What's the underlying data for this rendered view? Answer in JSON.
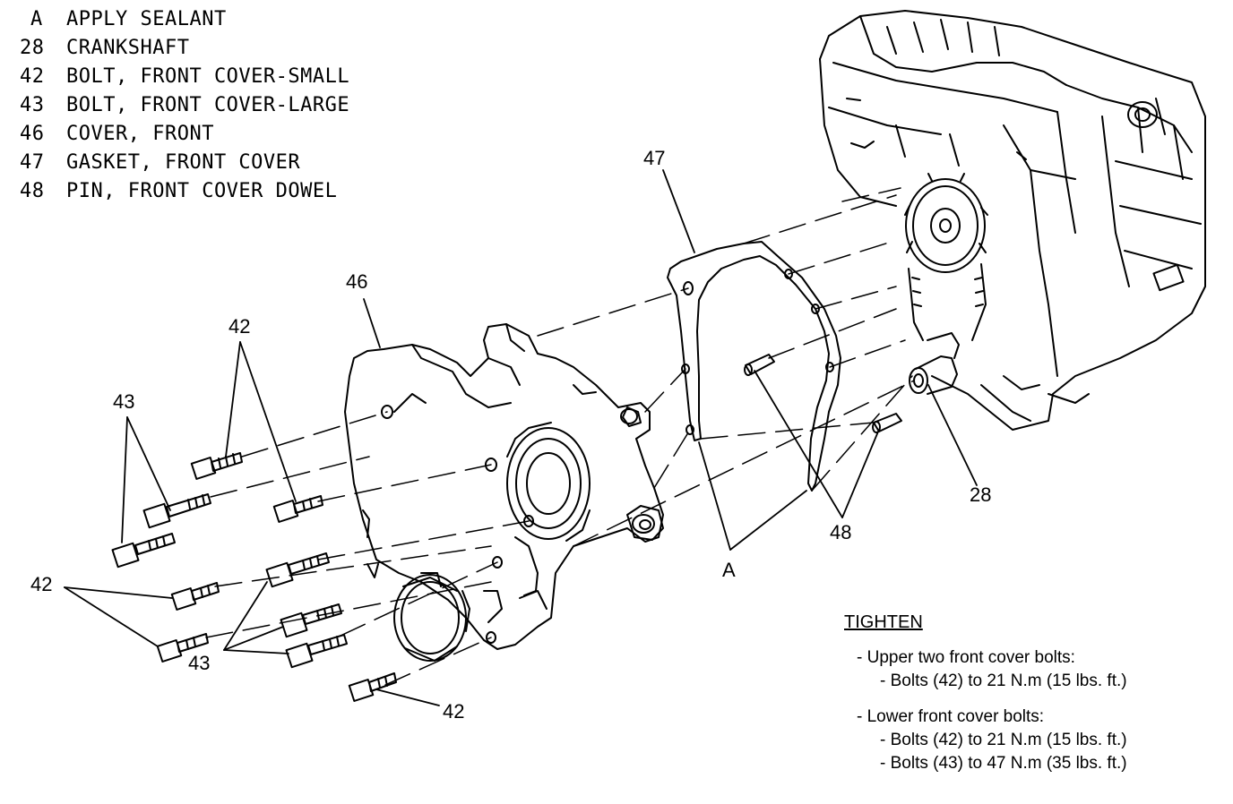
{
  "legend": [
    {
      "key": "A",
      "label": "APPLY SEALANT"
    },
    {
      "key": "28",
      "label": "CRANKSHAFT"
    },
    {
      "key": "42",
      "label": "BOLT, FRONT COVER-SMALL"
    },
    {
      "key": "43",
      "label": "BOLT, FRONT COVER-LARGE"
    },
    {
      "key": "46",
      "label": "COVER, FRONT"
    },
    {
      "key": "47",
      "label": "GASKET, FRONT COVER"
    },
    {
      "key": "48",
      "label": "PIN, FRONT COVER DOWEL"
    }
  ],
  "callouts": {
    "c42_top": "42",
    "c43_left": "43",
    "c46": "46",
    "c47": "47",
    "c42_left": "42",
    "c43_bottom": "43",
    "c42_bottom": "42",
    "cA": "A",
    "c48": "48",
    "c28": "28"
  },
  "tighten": {
    "heading": "TIGHTEN",
    "group1_title": "- Upper two front cover bolts:",
    "group1_line1": "- Bolts (42) to 21 N.m (15 lbs. ft.)",
    "group2_title": "- Lower front cover bolts:",
    "group2_line1": "- Bolts (42) to 21 N.m (15 lbs. ft.)",
    "group2_line2": "- Bolts (43) to 47 N.m (35 lbs. ft.)"
  }
}
